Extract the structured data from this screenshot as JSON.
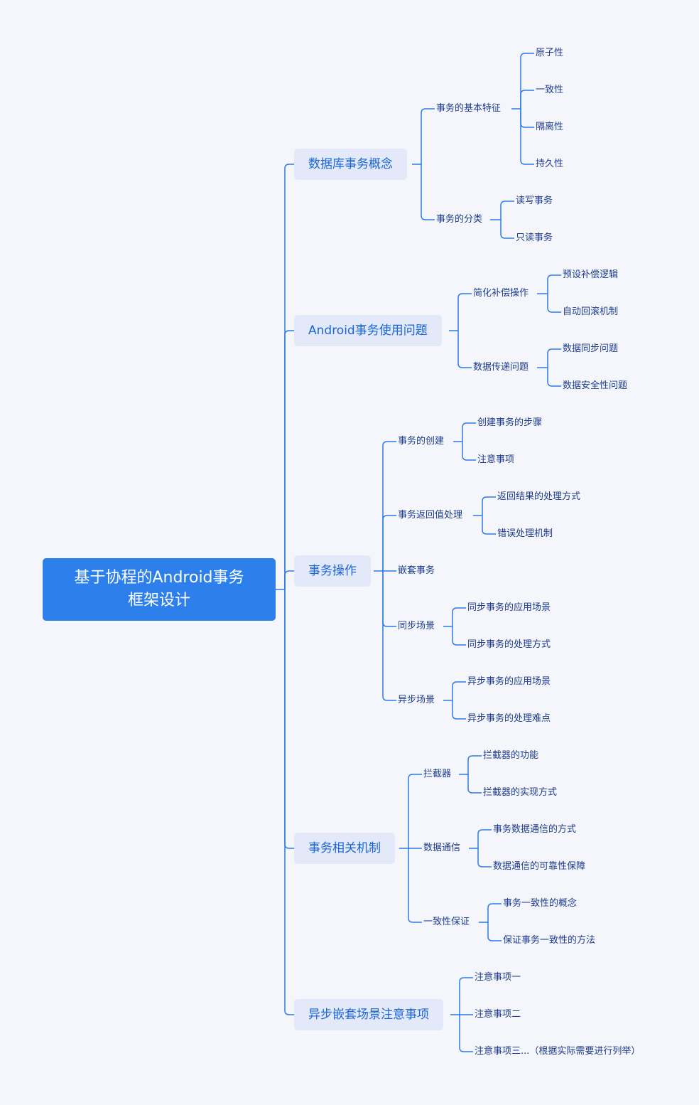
{
  "colors": {
    "background": "#f4f6fc",
    "root_fill": "#2d80ec",
    "branch_fill": "#e3e9f9",
    "line": "#2d7be3",
    "text_dark": "#1d3b8c"
  },
  "root": {
    "line1": "基于协程的Android事务",
    "line2": "框架设计"
  },
  "branches": [
    {
      "label": "数据库事务概念",
      "children": [
        {
          "label": "事务的基本特征",
          "children": [
            "原子性",
            "一致性",
            "隔离性",
            "持久性"
          ]
        },
        {
          "label": "事务的分类",
          "children": [
            "读写事务",
            "只读事务"
          ]
        }
      ]
    },
    {
      "label": "Android事务使用问题",
      "children": [
        {
          "label": "简化补偿操作",
          "children": [
            "预设补偿逻辑",
            "自动回滚机制"
          ]
        },
        {
          "label": "数据传递问题",
          "children": [
            "数据同步问题",
            "数据安全性问题"
          ]
        }
      ]
    },
    {
      "label": "事务操作",
      "children": [
        {
          "label": "事务的创建",
          "children": [
            "创建事务的步骤",
            "注意事项"
          ]
        },
        {
          "label": "事务返回值处理",
          "children": [
            "返回结果的处理方式",
            "错误处理机制"
          ]
        },
        {
          "label": "嵌套事务",
          "children": []
        },
        {
          "label": "同步场景",
          "children": [
            "同步事务的应用场景",
            "同步事务的处理方式"
          ]
        },
        {
          "label": "异步场景",
          "children": [
            "异步事务的应用场景",
            "异步事务的处理难点"
          ]
        }
      ]
    },
    {
      "label": "事务相关机制",
      "children": [
        {
          "label": "拦截器",
          "children": [
            "拦截器的功能",
            "拦截器的实现方式"
          ]
        },
        {
          "label": "数据通信",
          "children": [
            "事务数据通信的方式",
            "数据通信的可靠性保障"
          ]
        },
        {
          "label": "一致性保证",
          "children": [
            "事务一致性的概念",
            "保证事务一致性的方法"
          ]
        }
      ]
    },
    {
      "label": "异步嵌套场景注意事项",
      "children": [
        {
          "label": "注意事项一",
          "children": []
        },
        {
          "label": "注意事项二",
          "children": []
        },
        {
          "label": "注意事项三...（根据实际需要进行列举）",
          "children": []
        }
      ]
    }
  ]
}
